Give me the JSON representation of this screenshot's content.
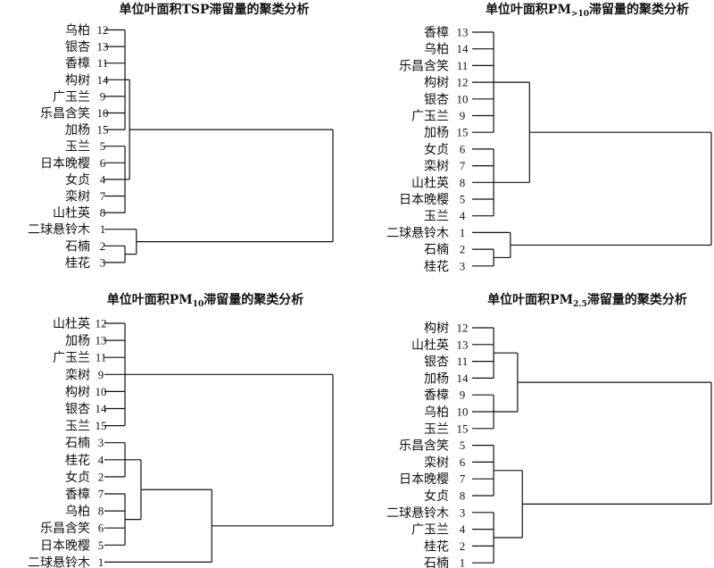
{
  "chart_data": [
    {
      "type": "dendrogram",
      "title": "单位叶面积TSP滞留量的聚类分析",
      "leaves": [
        {
          "name": "乌柏",
          "id": "12"
        },
        {
          "name": "银杏",
          "id": "13"
        },
        {
          "name": "香樟",
          "id": "11"
        },
        {
          "name": "构树",
          "id": "14"
        },
        {
          "name": "广玉兰",
          "id": "9"
        },
        {
          "name": "乐昌含笑",
          "id": "10"
        },
        {
          "name": "加杨",
          "id": "15"
        },
        {
          "name": "玉兰",
          "id": "5"
        },
        {
          "name": "日本晚樱",
          "id": "6"
        },
        {
          "name": "女贞",
          "id": "4"
        },
        {
          "name": "栾树",
          "id": "7"
        },
        {
          "name": "山杜英",
          "id": "8"
        },
        {
          "name": "二球悬铃木",
          "id": "1"
        },
        {
          "name": "石楠",
          "id": "2"
        },
        {
          "name": "桂花",
          "id": "3"
        }
      ],
      "merges": [
        {
          "children": [
            "L0",
            "L1",
            "L2",
            "L3",
            "L4",
            "L5",
            "L6"
          ],
          "height": 0.09
        },
        {
          "children": [
            "L7",
            "L8",
            "L9",
            "L10",
            "L11"
          ],
          "height": 0.09
        },
        {
          "children": [
            "L13",
            "L14"
          ],
          "height": 0.09
        },
        {
          "children": [
            "M0",
            "M1"
          ],
          "height": 0.11
        },
        {
          "children": [
            "L12",
            "M2"
          ],
          "height": 0.14
        },
        {
          "children": [
            "M3",
            "M4"
          ],
          "height": 1.0
        }
      ]
    },
    {
      "type": "dendrogram",
      "title": "单位叶面积PM",
      "title_sub": ">10",
      "title_suffix": "滞留量的聚类分析",
      "leaves": [
        {
          "name": "香樟",
          "id": "13"
        },
        {
          "name": "乌柏",
          "id": "14"
        },
        {
          "name": "乐昌含笑",
          "id": "11"
        },
        {
          "name": "构树",
          "id": "12"
        },
        {
          "name": "银杏",
          "id": "10"
        },
        {
          "name": "广玉兰",
          "id": "9"
        },
        {
          "name": "加杨",
          "id": "15"
        },
        {
          "name": "女贞",
          "id": "6"
        },
        {
          "name": "栾树",
          "id": "7"
        },
        {
          "name": "山杜英",
          "id": "8"
        },
        {
          "name": "日本晚樱",
          "id": "5"
        },
        {
          "name": "玉兰",
          "id": "4"
        },
        {
          "name": "二球悬铃木",
          "id": "1"
        },
        {
          "name": "石楠",
          "id": "2"
        },
        {
          "name": "桂花",
          "id": "3"
        }
      ],
      "merges": [
        {
          "children": [
            "L0",
            "L1",
            "L2",
            "L3",
            "L4",
            "L5",
            "L6"
          ],
          "height": 0.09
        },
        {
          "children": [
            "L7",
            "L8",
            "L9",
            "L10",
            "L11"
          ],
          "height": 0.09
        },
        {
          "children": [
            "L13",
            "L14"
          ],
          "height": 0.09
        },
        {
          "children": [
            "M0",
            "M1"
          ],
          "height": 0.24
        },
        {
          "children": [
            "L12",
            "M2"
          ],
          "height": 0.16
        },
        {
          "children": [
            "M3",
            "M4"
          ],
          "height": 1.0
        }
      ]
    },
    {
      "type": "dendrogram",
      "title": "单位叶面积PM",
      "title_sub": "10",
      "title_suffix": "滞留量的聚类分析",
      "leaves": [
        {
          "name": "山杜英",
          "id": "12"
        },
        {
          "name": "加杨",
          "id": "13"
        },
        {
          "name": "广玉兰",
          "id": "11"
        },
        {
          "name": "栾树",
          "id": "9"
        },
        {
          "name": "构树",
          "id": "10"
        },
        {
          "name": "银杏",
          "id": "14"
        },
        {
          "name": "玉兰",
          "id": "15"
        },
        {
          "name": "石楠",
          "id": "3"
        },
        {
          "name": "桂花",
          "id": "4"
        },
        {
          "name": "女贞",
          "id": "2"
        },
        {
          "name": "香樟",
          "id": "7"
        },
        {
          "name": "乌柏",
          "id": "8"
        },
        {
          "name": "乐昌含笑",
          "id": "6"
        },
        {
          "name": "日本晚樱",
          "id": "5"
        },
        {
          "name": "二球悬铃木",
          "id": "1"
        }
      ],
      "merges": [
        {
          "children": [
            "L0",
            "L1",
            "L2",
            "L3",
            "L4",
            "L5",
            "L6"
          ],
          "height": 0.09
        },
        {
          "children": [
            "L7",
            "L8",
            "L9"
          ],
          "height": 0.09
        },
        {
          "children": [
            "L10",
            "L11",
            "L12",
            "L13"
          ],
          "height": 0.09
        },
        {
          "children": [
            "M1",
            "M2"
          ],
          "height": 0.16
        },
        {
          "children": [
            "M3",
            "L14"
          ],
          "height": 0.47
        },
        {
          "children": [
            "M0",
            "M4"
          ],
          "height": 1.0
        }
      ]
    },
    {
      "type": "dendrogram",
      "title": "单位叶面积PM",
      "title_sub": "2.5",
      "title_suffix": "滞留量的聚类分析",
      "leaves": [
        {
          "name": "构树",
          "id": "12"
        },
        {
          "name": "山杜英",
          "id": "13"
        },
        {
          "name": "银杏",
          "id": "11"
        },
        {
          "name": "加杨",
          "id": "14"
        },
        {
          "name": "香樟",
          "id": "9"
        },
        {
          "name": "乌柏",
          "id": "10"
        },
        {
          "name": "玉兰",
          "id": "15"
        },
        {
          "name": "乐昌含笑",
          "id": "5"
        },
        {
          "name": "栾树",
          "id": "6"
        },
        {
          "name": "日本晚樱",
          "id": "7"
        },
        {
          "name": "女贞",
          "id": "8"
        },
        {
          "name": "二球悬铃木",
          "id": "3"
        },
        {
          "name": "广玉兰",
          "id": "4"
        },
        {
          "name": "桂花",
          "id": "2"
        },
        {
          "name": "石楠",
          "id": "1"
        }
      ],
      "merges": [
        {
          "children": [
            "L0",
            "L1",
            "L2",
            "L3"
          ],
          "height": 0.09
        },
        {
          "children": [
            "L4",
            "L5",
            "L6"
          ],
          "height": 0.09
        },
        {
          "children": [
            "M0",
            "M1"
          ],
          "height": 0.19
        },
        {
          "children": [
            "L7",
            "L8",
            "L9",
            "L10"
          ],
          "height": 0.09
        },
        {
          "children": [
            "L11",
            "L12",
            "L13",
            "L14"
          ],
          "height": 0.09
        },
        {
          "children": [
            "M3",
            "M4"
          ],
          "height": 0.21
        },
        {
          "children": [
            "M2",
            "M5"
          ],
          "height": 1.0
        }
      ]
    }
  ]
}
